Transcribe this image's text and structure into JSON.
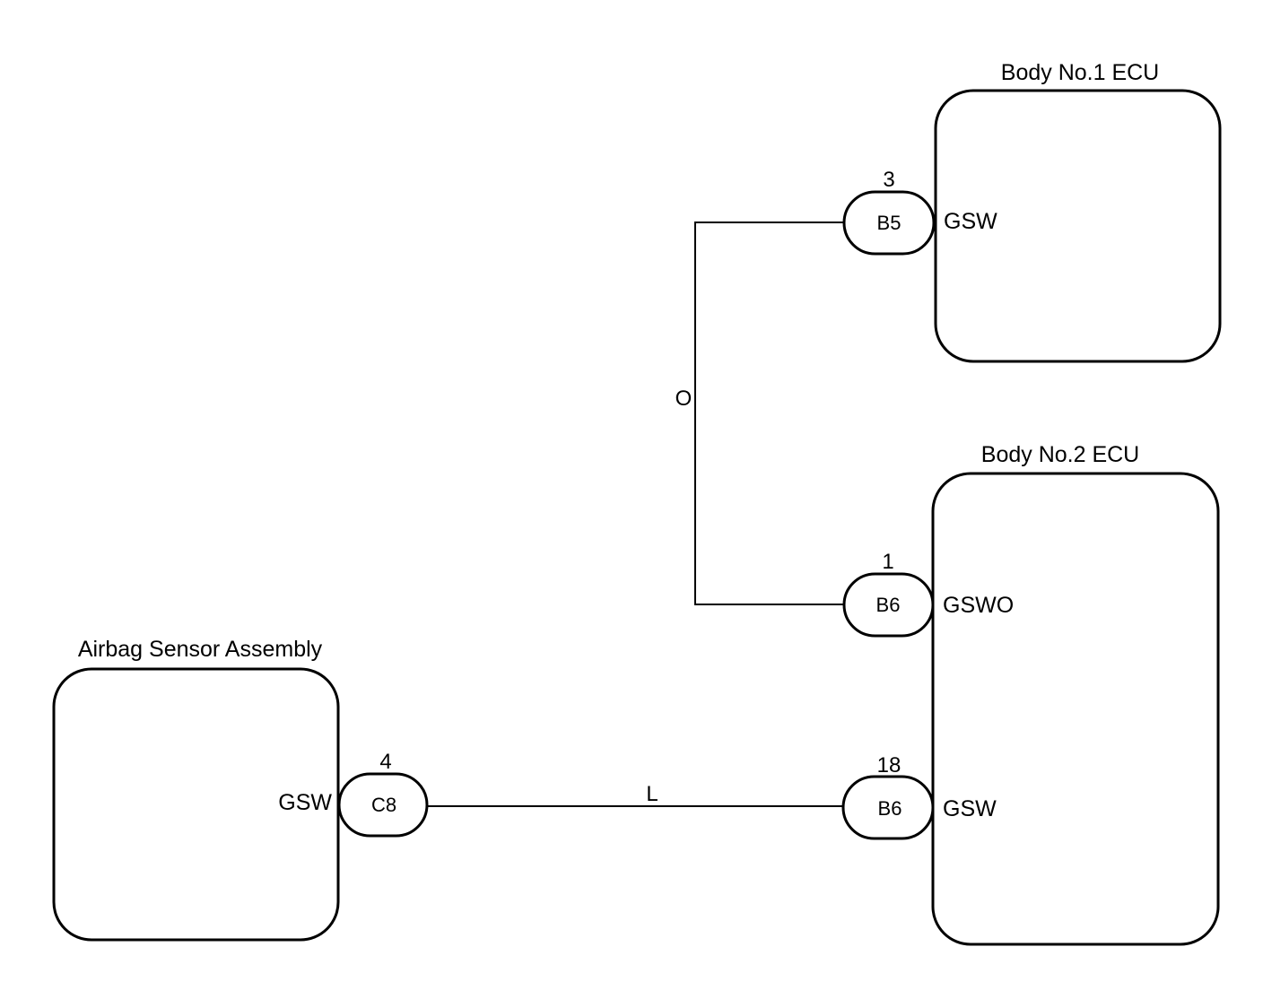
{
  "components": {
    "body_ecu_1": {
      "title": "Body No.1 ECU",
      "pin_gsw": "GSW"
    },
    "body_ecu_2": {
      "title": "Body No.2 ECU",
      "pin_gswo": "GSWO",
      "pin_gsw": "GSW"
    },
    "airbag_sensor": {
      "title": "Airbag Sensor Assembly",
      "pin_gsw": "GSW"
    }
  },
  "connectors": {
    "b5": {
      "label": "B5",
      "pin": "3"
    },
    "b6_top": {
      "label": "B6",
      "pin": "1"
    },
    "b6_bottom": {
      "label": "B6",
      "pin": "18"
    },
    "c8": {
      "label": "C8",
      "pin": "4"
    }
  },
  "wires": {
    "ecu1_to_ecu2": {
      "color_code": "O"
    },
    "airbag_to_ecu2": {
      "color_code": "L"
    }
  }
}
